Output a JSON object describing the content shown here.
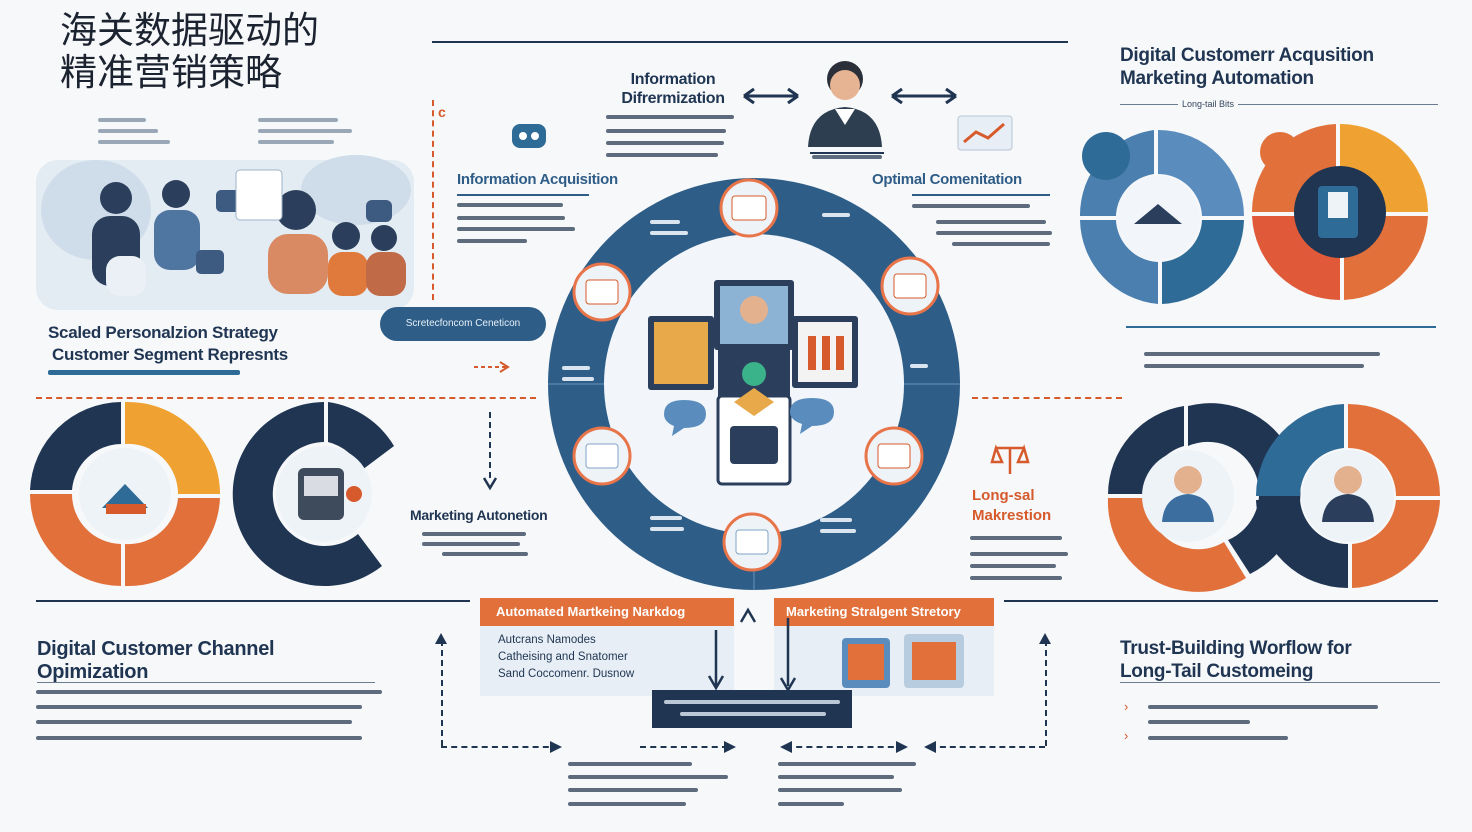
{
  "title_cn_line1": "海关数据驱动的",
  "title_cn_line2": "精准营销策略",
  "center_top_title_line1": "Information",
  "center_top_title_line2": "Difrermization",
  "top_right_title_line1": "Digital Customerr Acqusition",
  "top_right_title_line2": "Marketing Automation",
  "top_right_sub": "Long-tail Bits",
  "info_acquisition": "Information Acquisition",
  "optimal_communication": "Optimal Comenitation",
  "scaled_line1": "Scaled Personalzion Strategy",
  "scaled_line2": "Customer Segment Represnts",
  "pill_label": "Scretecfoncom Ceneticon",
  "marketing_automation": "Marketing Autonetion",
  "long_tail_line1": "Long-sal",
  "long_tail_line2": "Makrestion",
  "auto_box_title": "Automated Martkeing Narkdog",
  "auto_box_items": [
    "Autcrans Namodes",
    "Catheising and Snatomer",
    "Sand Coccomenr. Dusnow"
  ],
  "strategy_box_title": "Marketing Stralgent Stretory",
  "channel_title_line1": "Digital Customer Channel",
  "channel_title_line2": "Opimization",
  "trust_title_line1": "Trust-Building Worflow for",
  "trust_title_line2": "Long-Tail Customeing",
  "colors": {
    "navy": "#1f3552",
    "blue": "#2f6b97",
    "orange": "#e2703a",
    "yellow": "#efa232",
    "light": "#dfe8f1"
  }
}
